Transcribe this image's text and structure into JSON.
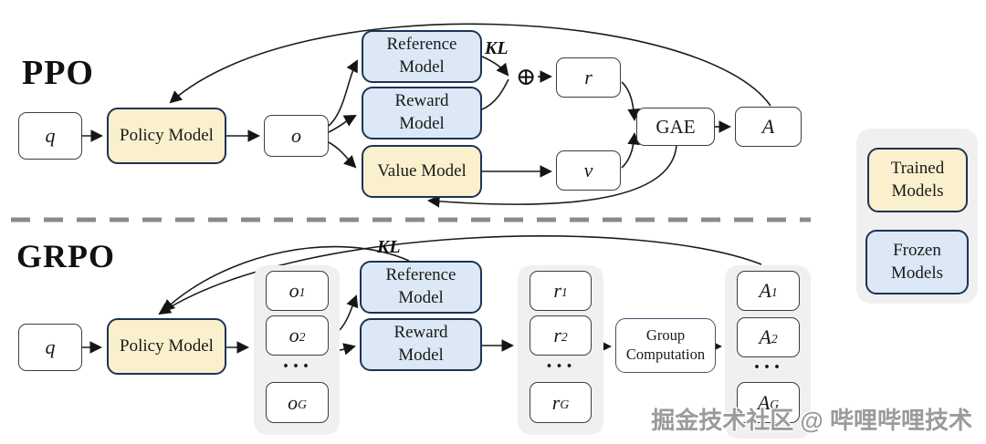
{
  "ppo": {
    "section_label": "PPO",
    "q": "q",
    "policy_model": "Policy Model",
    "o": "o",
    "reference_model": "Reference Model",
    "reward_model": "Reward Model",
    "value_model": "Value Model",
    "kl": "KL",
    "oplus": "⊕",
    "r": "r",
    "v": "v",
    "gae": "GAE",
    "advantage": "A"
  },
  "grpo": {
    "section_label": "GRPO",
    "q": "q",
    "policy_model": "Policy Model",
    "kl": "KL",
    "reference_model": "Reference Model",
    "reward_model": "Reward Model",
    "group_computation": "Group Computation",
    "dots": "···",
    "outputs": [
      {
        "base": "o",
        "sub": "1"
      },
      {
        "base": "o",
        "sub": "2"
      },
      {
        "base": "o",
        "sub": "G"
      }
    ],
    "rewards": [
      {
        "base": "r",
        "sub": "1"
      },
      {
        "base": "r",
        "sub": "2"
      },
      {
        "base": "r",
        "sub": "G"
      }
    ],
    "advantages": [
      {
        "base": "A",
        "sub": "1"
      },
      {
        "base": "A",
        "sub": "2"
      },
      {
        "base": "A",
        "sub": "G"
      }
    ]
  },
  "legend": {
    "trained": "Trained Models",
    "frozen": "Frozen Models"
  },
  "watermark": "掘金技术社区 @ 哔哩哔哩技术",
  "colors": {
    "trained_fill": "#fbf0cd",
    "frozen_fill": "#dce8f5",
    "model_border": "#1e3256",
    "plain_border": "#3d3d3d",
    "group_background": "#f0f0f0",
    "divider": "#8a8a8a"
  }
}
